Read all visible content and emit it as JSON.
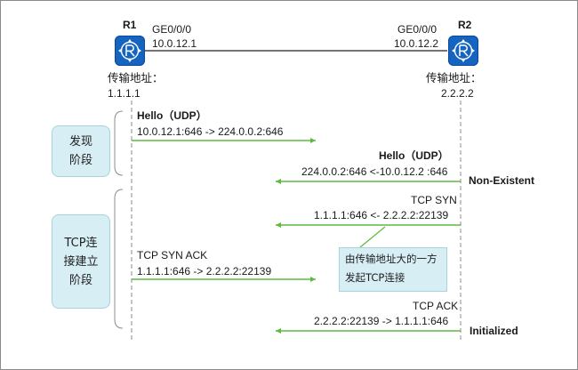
{
  "routers": {
    "r1": {
      "name": "R1",
      "interface": "GE0/0/0",
      "ip": "10.0.12.1",
      "transport_label": "传输地址：",
      "transport_ip": "1.1.1.1"
    },
    "r2": {
      "name": "R2",
      "interface": "GE0/0/0",
      "ip": "10.0.12.2",
      "transport_label": "传输地址：",
      "transport_ip": "2.2.2.2"
    },
    "icon": "router-icon"
  },
  "phases": [
    {
      "label": "发现\n阶段"
    },
    {
      "label": "TCP连\n接建立\n阶段"
    }
  ],
  "messages": [
    {
      "title": "Hello（UDP）",
      "detail": "10.0.12.1:646 -> 224.0.0.2:646",
      "direction": "right"
    },
    {
      "title": "Hello（UDP）",
      "detail": "224.0.0.2:646 <-10.0.12.2 :646",
      "direction": "left"
    },
    {
      "title": "TCP SYN",
      "detail": "1.1.1.1:646 <- 2.2.2.2:22139",
      "direction": "left"
    },
    {
      "title": "TCP SYN ACK",
      "detail": "1.1.1.1:646 -> 2.2.2.2:22139",
      "direction": "right"
    },
    {
      "title": "TCP ACK",
      "detail": "2.2.2.2:22139 -> 1.1.1.1:646",
      "direction": "left"
    }
  ],
  "states": {
    "non_existent": "Non-Existent",
    "initialized": "Initialized"
  },
  "note": "由传输地址大的一方发起TCP连接",
  "colors": {
    "arrow": "#5dbb3f",
    "router": "#1565c0",
    "phase_fill": "#d6eef4",
    "lifeline": "#8c8c8c"
  }
}
